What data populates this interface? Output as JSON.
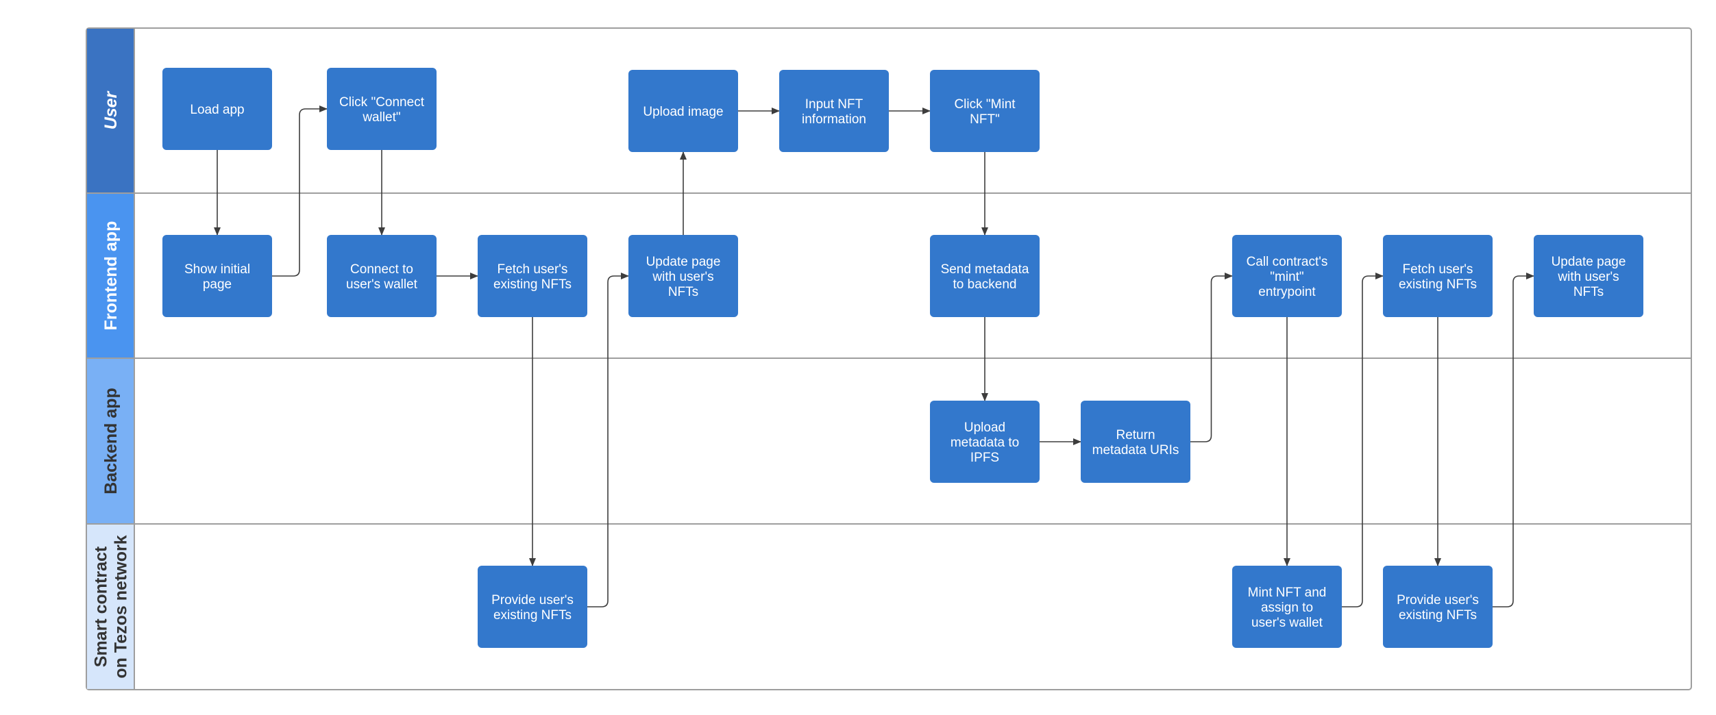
{
  "colors": {
    "node_fill": "#3378cc",
    "edge_stroke": "#3d3d3d",
    "lane_border": "#9e9e9e",
    "lane_user": "#3a73c2",
    "lane_frontend": "#4a94f0",
    "lane_backend": "#79b0f5",
    "lane_contract": "#d6e6fb"
  },
  "lanes": [
    {
      "id": "user",
      "label": [
        "User"
      ],
      "italic": true,
      "color": "#3a73c2",
      "text_color": "#ffffff"
    },
    {
      "id": "frontend",
      "label": [
        "Frontend app"
      ],
      "italic": false,
      "color": "#4a94f0",
      "text_color": "#ffffff"
    },
    {
      "id": "backend",
      "label": [
        "Backend app"
      ],
      "italic": false,
      "color": "#79b0f5",
      "text_color": "#333333"
    },
    {
      "id": "contract",
      "label": [
        "Smart contract",
        "on Tezos network"
      ],
      "italic": false,
      "color": "#d6e6fb",
      "text_color": "#333333"
    }
  ],
  "nodes": [
    {
      "id": "load-app",
      "lines": [
        "Load app"
      ]
    },
    {
      "id": "click-connect",
      "lines": [
        "Click \"Connect",
        "wallet\""
      ]
    },
    {
      "id": "upload-image",
      "lines": [
        "Upload image"
      ]
    },
    {
      "id": "input-nft",
      "lines": [
        "Input NFT",
        "information"
      ]
    },
    {
      "id": "click-mint",
      "lines": [
        "Click \"Mint",
        "NFT\""
      ]
    },
    {
      "id": "show-initial",
      "lines": [
        "Show initial",
        "page"
      ]
    },
    {
      "id": "connect-wallet",
      "lines": [
        "Connect to",
        "user's wallet"
      ]
    },
    {
      "id": "fetch-nfts-1",
      "lines": [
        "Fetch user's",
        "existing NFTs"
      ]
    },
    {
      "id": "update-page-1",
      "lines": [
        "Update page",
        "with user's",
        "NFTs"
      ]
    },
    {
      "id": "send-metadata",
      "lines": [
        "Send metadata",
        "to backend"
      ]
    },
    {
      "id": "call-mint",
      "lines": [
        "Call contract's",
        "\"mint\"",
        "entrypoint"
      ]
    },
    {
      "id": "fetch-nfts-2",
      "lines": [
        "Fetch user's",
        "existing NFTs"
      ]
    },
    {
      "id": "update-page-2",
      "lines": [
        "Update page",
        "with user's",
        "NFTs"
      ]
    },
    {
      "id": "upload-ipfs",
      "lines": [
        "Upload",
        "metadata to",
        "IPFS"
      ]
    },
    {
      "id": "return-uris",
      "lines": [
        "Return",
        "metadata URIs"
      ]
    },
    {
      "id": "provide-nfts-1",
      "lines": [
        "Provide user's",
        "existing NFTs"
      ]
    },
    {
      "id": "mint-assign",
      "lines": [
        "Mint NFT and",
        "assign to",
        "user's wallet"
      ]
    },
    {
      "id": "provide-nfts-2",
      "lines": [
        "Provide user's",
        "existing NFTs"
      ]
    }
  ],
  "edges": [
    {
      "from": "load-app",
      "to": "show-initial"
    },
    {
      "from": "show-initial",
      "to": "click-connect"
    },
    {
      "from": "click-connect",
      "to": "connect-wallet"
    },
    {
      "from": "connect-wallet",
      "to": "fetch-nfts-1"
    },
    {
      "from": "fetch-nfts-1",
      "to": "provide-nfts-1"
    },
    {
      "from": "provide-nfts-1",
      "to": "update-page-1"
    },
    {
      "from": "update-page-1",
      "to": "upload-image"
    },
    {
      "from": "upload-image",
      "to": "input-nft"
    },
    {
      "from": "input-nft",
      "to": "click-mint"
    },
    {
      "from": "click-mint",
      "to": "send-metadata"
    },
    {
      "from": "send-metadata",
      "to": "upload-ipfs"
    },
    {
      "from": "upload-ipfs",
      "to": "return-uris"
    },
    {
      "from": "return-uris",
      "to": "call-mint"
    },
    {
      "from": "call-mint",
      "to": "mint-assign"
    },
    {
      "from": "mint-assign",
      "to": "fetch-nfts-2"
    },
    {
      "from": "fetch-nfts-2",
      "to": "provide-nfts-2"
    },
    {
      "from": "provide-nfts-2",
      "to": "update-page-2"
    }
  ]
}
